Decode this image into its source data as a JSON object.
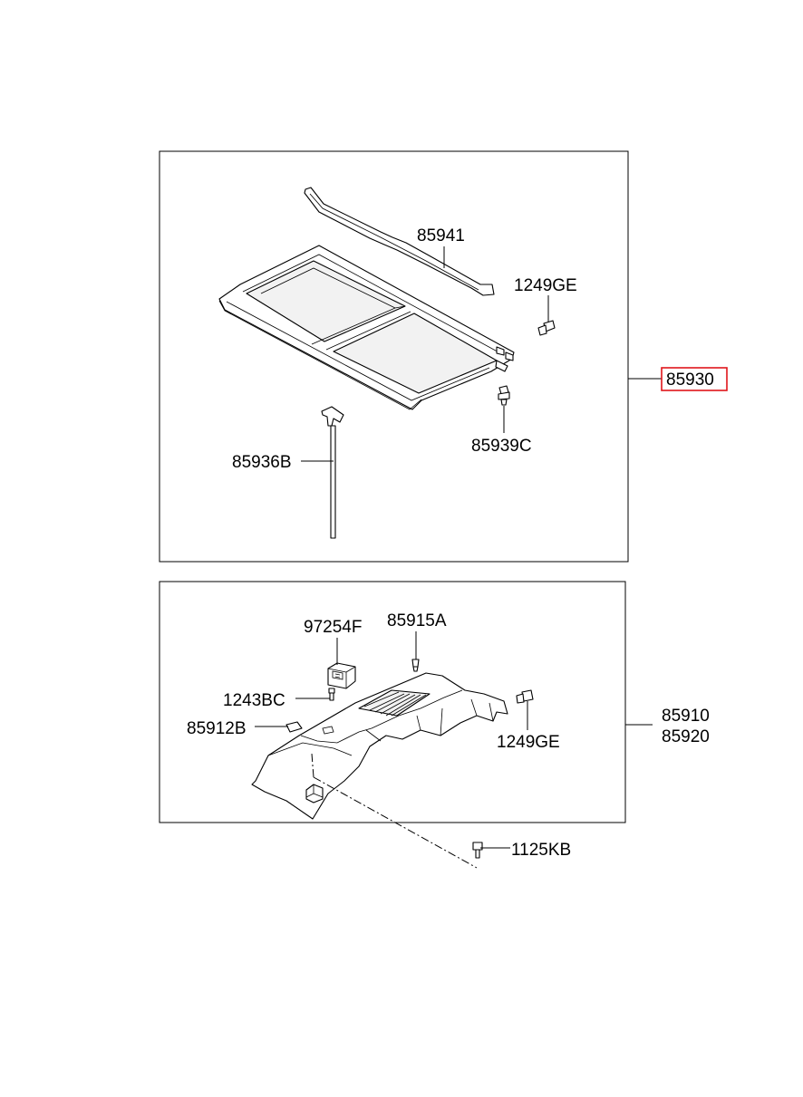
{
  "colors": {
    "line": "#000000",
    "highlight": "#e0161b",
    "background": "#ffffff"
  },
  "upper": {
    "assembly_label": "85930",
    "parts": {
      "guide_rail": "85941",
      "screw_right": "1249GE",
      "clip": "85939C",
      "support_rod": "85936B"
    }
  },
  "lower": {
    "assembly_label_1": "85910",
    "assembly_label_2": "85920",
    "parts": {
      "module": "97254F",
      "fastener_top": "85915A",
      "bolt_left": "1243BC",
      "pad": "85912B",
      "screw_right": "1249GE",
      "bolt_bottom": "1125KB"
    }
  }
}
